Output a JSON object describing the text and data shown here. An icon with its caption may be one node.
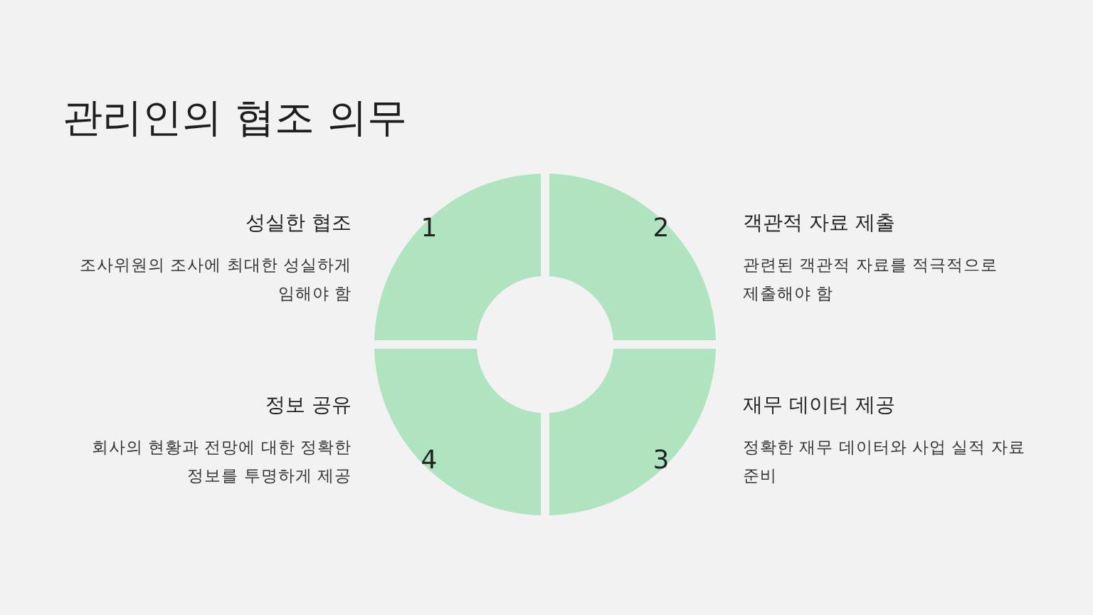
{
  "diagram": {
    "title": "관리인의 협조 의무",
    "nodes": [
      {
        "text": [
          "1"
        ],
        "beside": [
          "성실한 협조",
          "조사위원의 조사에 최대한 성실하게 임해야 함"
        ]
      },
      {
        "text": [
          "2"
        ],
        "beside": [
          "객관적 자료 제출",
          "관련된 객관적 자료를 적극적으로 제출해야 함"
        ]
      },
      {
        "text": [
          "3"
        ],
        "beside": [
          "재무 데이터 제공",
          "정확한 재무 데이터와 사업 실적 자료 준비"
        ]
      },
      {
        "text": [
          "4"
        ],
        "beside": [
          "정보 공유",
          "회사의 현황과 전망에 대한 정확한 정보를 투명하게 제공"
        ]
      }
    ]
  }
}
